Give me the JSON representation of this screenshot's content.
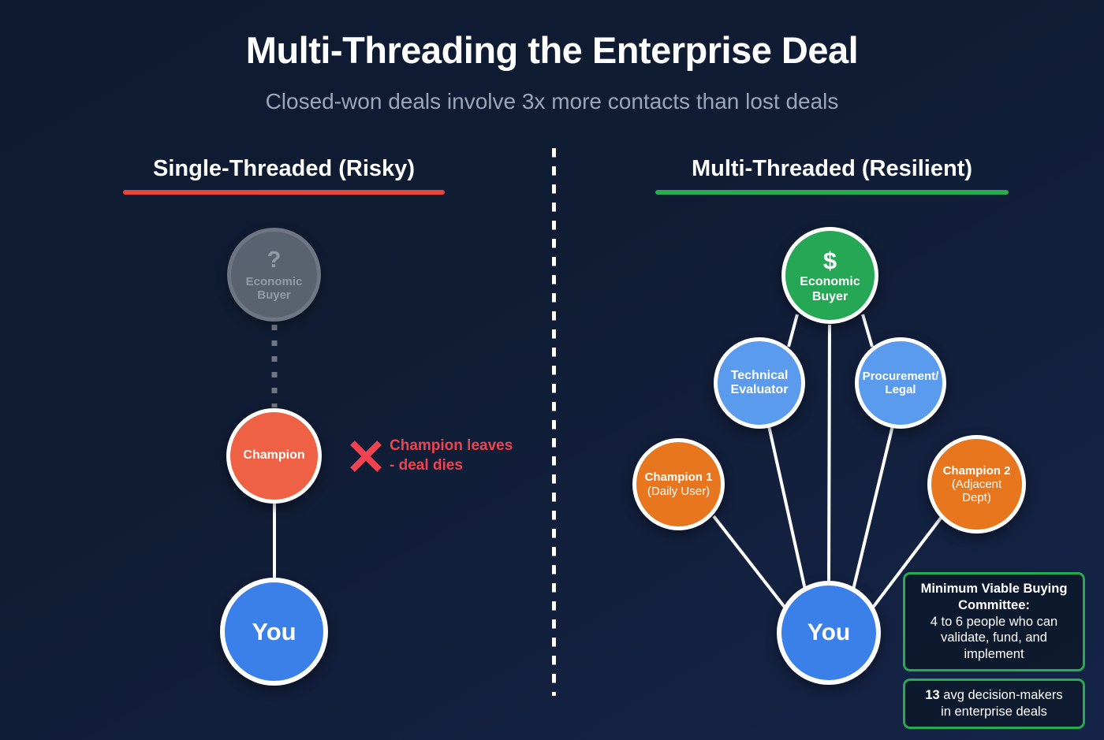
{
  "header": {
    "title": "Multi-Threading the Enterprise Deal",
    "subtitle": "Closed-won deals involve 3x more contacts than lost deals"
  },
  "columns": {
    "left": {
      "heading": "Single-Threaded (Risky)",
      "rule_color": "#e8463c"
    },
    "right": {
      "heading": "Multi-Threaded (Resilient)",
      "rule_color": "#2aa953"
    }
  },
  "left_diagram": {
    "nodes": {
      "economic_buyer": {
        "glyph": "?",
        "line1": "Economic",
        "line2": "Buyer",
        "color": "#888d96",
        "state": "missing"
      },
      "champion": {
        "label": "Champion",
        "color": "#ef6144"
      },
      "you": {
        "label": "You",
        "color": "#3b7fe8"
      }
    },
    "annotation": {
      "icon": "x-mark-icon",
      "icon_color": "#ef4350",
      "line1": "Champion leaves",
      "line2": "- deal dies"
    }
  },
  "right_diagram": {
    "nodes": {
      "economic_buyer": {
        "glyph": "$",
        "line1": "Economic",
        "line2": "Buyer",
        "color": "#25a755"
      },
      "technical_evaluator": {
        "line1": "Technical",
        "line2": "Evaluator",
        "color": "#5a9bee"
      },
      "procurement_legal": {
        "line1": "Procurement/",
        "line2": "Legal",
        "color": "#5a9bee"
      },
      "champion_1": {
        "line1": "Champion 1",
        "line2": "(Daily User)",
        "color": "#e8761e"
      },
      "champion_2": {
        "line1": "Champion 2",
        "line2": "(Adjacent",
        "line3": "Dept)",
        "color": "#e8761e"
      },
      "you": {
        "label": "You",
        "color": "#3b7fe8"
      }
    },
    "callouts": {
      "minimum_viable_committee": {
        "heading_line1": "Minimum Viable Buying",
        "heading_line2": "Committee:",
        "body_line1": "4 to 6 people who can",
        "body_line2": "validate, fund, and",
        "body_line3": "implement",
        "border_color": "#2aa953"
      },
      "decision_makers_stat": {
        "number": "13",
        "text_line1": " avg decision-makers",
        "text_line2": "in enterprise deals",
        "border_color": "#2aa953"
      }
    }
  },
  "theme": {
    "background": "#101c33",
    "edge_color": "#ffffff",
    "divider_color": "#ffffff",
    "muted_text": "#9aa6b8"
  }
}
